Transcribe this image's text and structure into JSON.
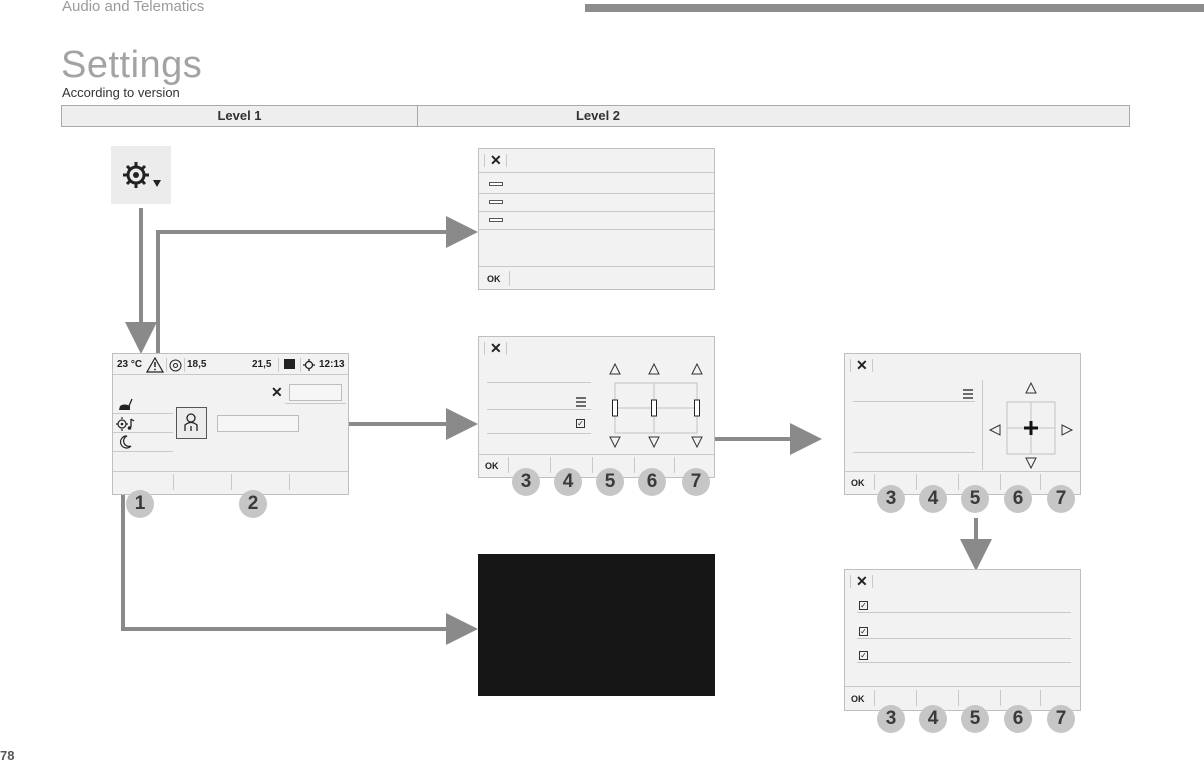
{
  "header": {
    "section": "Audio and Telematics"
  },
  "page": {
    "title": "Settings",
    "subtitle": "According to version",
    "number": "78"
  },
  "levels": {
    "level1": "Level 1",
    "level2": "Level 2"
  },
  "status_bar": {
    "temp": "23 °C",
    "fan": "18,5",
    "temp2": "21,5",
    "time": "12:13"
  },
  "buttons": {
    "close": "✕",
    "ok": "OK"
  },
  "callouts": {
    "main": [
      "1",
      "2"
    ],
    "eq": [
      "3",
      "4",
      "5",
      "6",
      "7"
    ],
    "balance": [
      "3",
      "4",
      "5",
      "6",
      "7"
    ],
    "options": [
      "3",
      "4",
      "5",
      "6",
      "7"
    ]
  },
  "colors": {
    "arrow": "#8a8a8a",
    "screen_bg": "#f2f2f2",
    "callout": "#c6c6c6",
    "black_screen": "#161616"
  },
  "icons": [
    "settings-gear-icon",
    "warning-icon",
    "fan-icon",
    "seat-icon",
    "music-settings-icon",
    "moon-icon",
    "list-icon",
    "checkbox-icon",
    "triangle-up-icon",
    "triangle-down-icon",
    "plus-icon"
  ]
}
